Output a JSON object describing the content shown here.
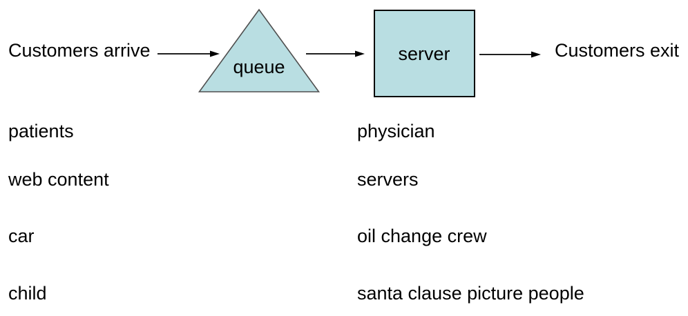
{
  "diagram": {
    "labels": {
      "arrive": "Customers arrive",
      "queue": "queue",
      "server": "server",
      "exit": "Customers exit"
    },
    "colors": {
      "shape_fill": "#b9dee2",
      "triangle_stroke": "#4f4f4f",
      "box_stroke": "#000000",
      "arrow": "#000000",
      "text": "#000000",
      "background": "#ffffff"
    }
  },
  "examples": {
    "rows": [
      {
        "customer": "patients",
        "server": "physician"
      },
      {
        "customer": "web content",
        "server": "servers"
      },
      {
        "customer": "car",
        "server": "oil change crew"
      },
      {
        "customer": "child",
        "server": "santa clause picture people"
      }
    ]
  }
}
